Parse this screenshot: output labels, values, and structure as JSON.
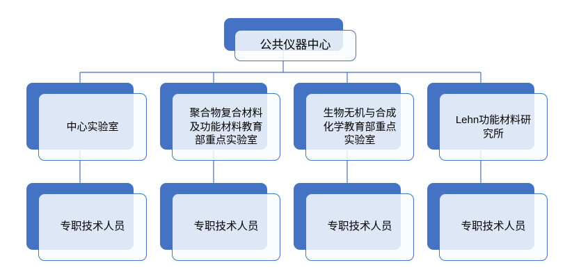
{
  "org": {
    "root": {
      "label": "公共仪器中心"
    },
    "departments": [
      {
        "label": "中心实验室",
        "staff": "专职技术人员"
      },
      {
        "label": "聚合物复合材料\n及功能材料教育\n部重点实验室",
        "staff": "专职技术人员"
      },
      {
        "label": "生物无机与合成\n化学教育部重点\n实验室",
        "staff": "专职技术人员"
      },
      {
        "label": "Lehn功能材料研\n究所",
        "staff": "专职技术人员"
      }
    ]
  },
  "colors": {
    "accent_blue": "#4472C4",
    "node_tint_fill": "#E7EDF8",
    "connector": "#4472C4",
    "background": "#FFFFFF",
    "text": "#000000"
  }
}
